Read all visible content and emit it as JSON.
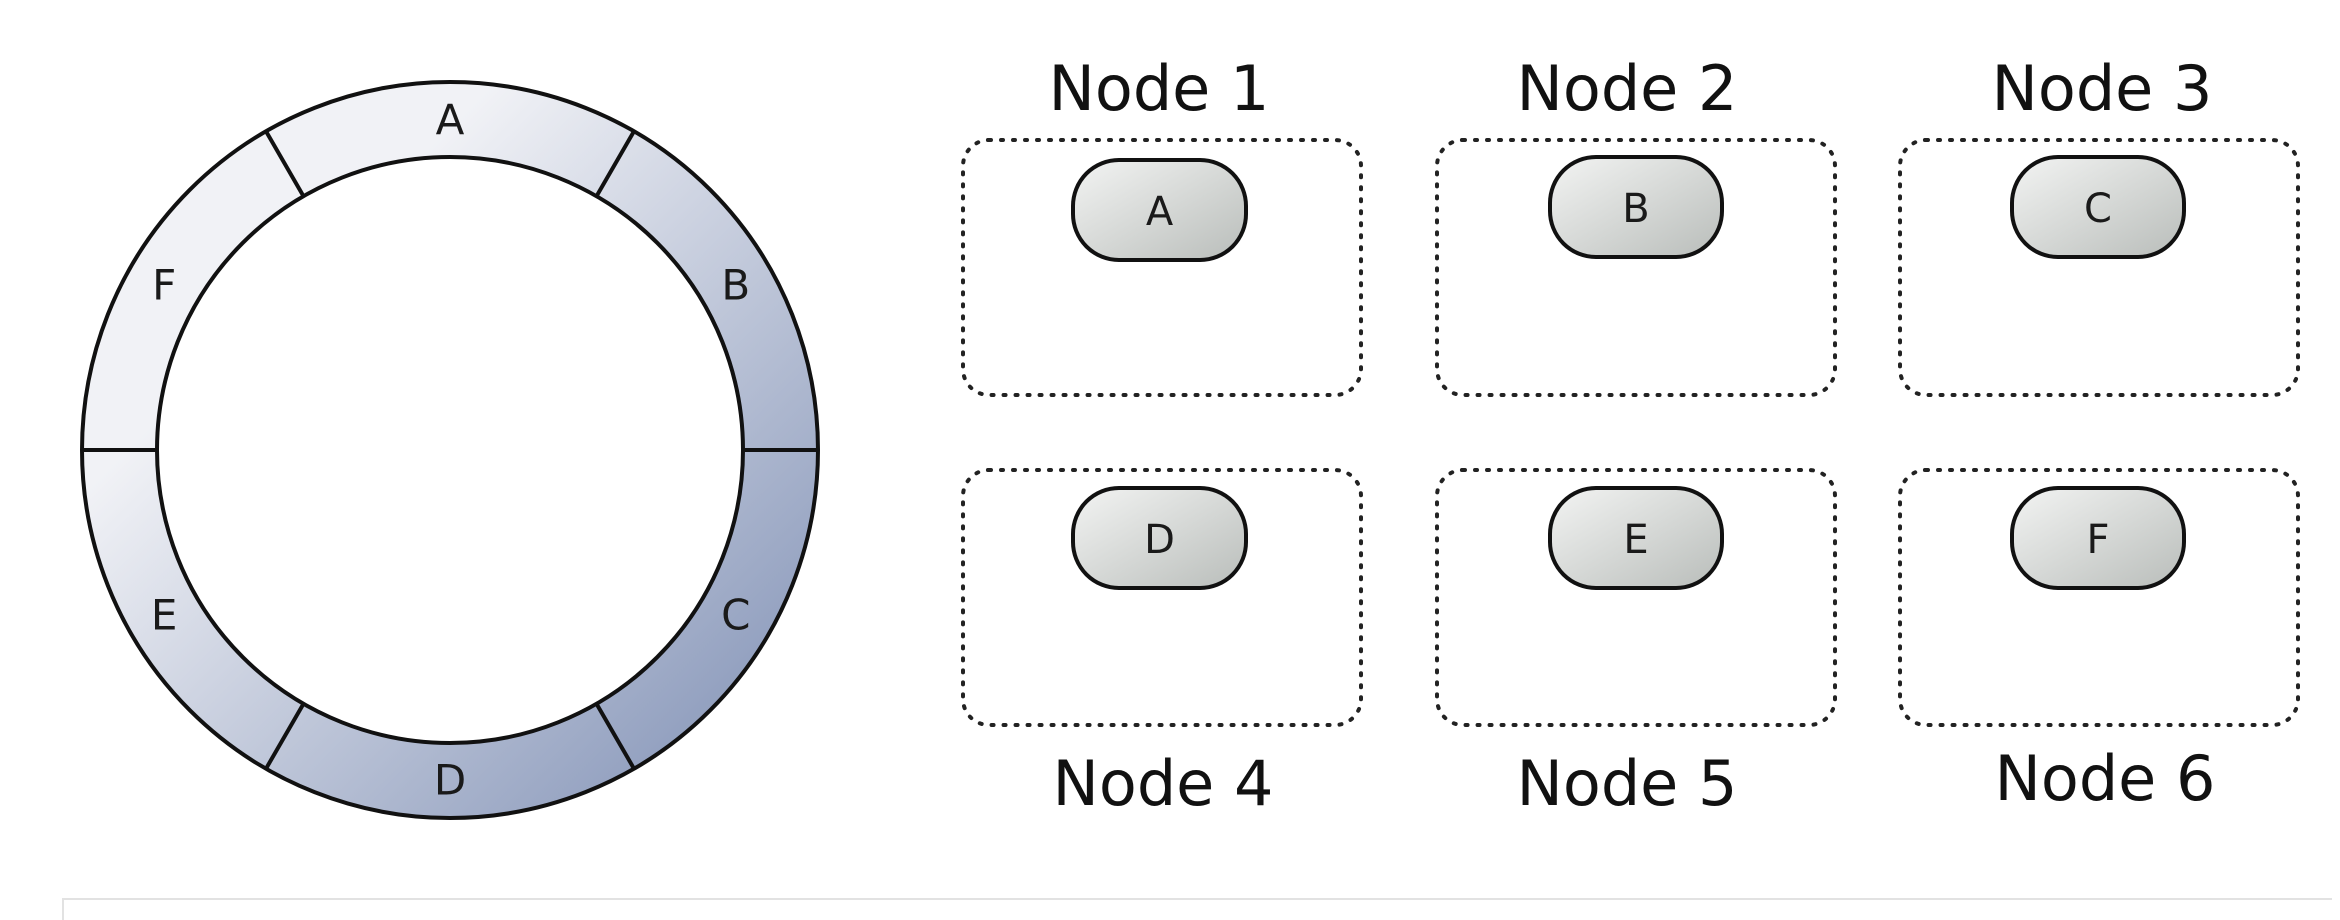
{
  "ring": {
    "segments": [
      {
        "label": "A"
      },
      {
        "label": "B"
      },
      {
        "label": "C"
      },
      {
        "label": "D"
      },
      {
        "label": "E"
      },
      {
        "label": "F"
      }
    ],
    "colors": {
      "light": "#f1f2f6",
      "dark": "#7b8cb2",
      "outline": "#111111"
    }
  },
  "nodes": [
    {
      "title": "Node 1",
      "item": "A"
    },
    {
      "title": "Node 2",
      "item": "B"
    },
    {
      "title": "Node 3",
      "item": "C"
    },
    {
      "title": "Node 4",
      "item": "D"
    },
    {
      "title": "Node 5",
      "item": "E"
    },
    {
      "title": "Node 6",
      "item": "F"
    }
  ],
  "pill_colors": {
    "top": "#f3f4f3",
    "bottom": "#b9bdba"
  }
}
